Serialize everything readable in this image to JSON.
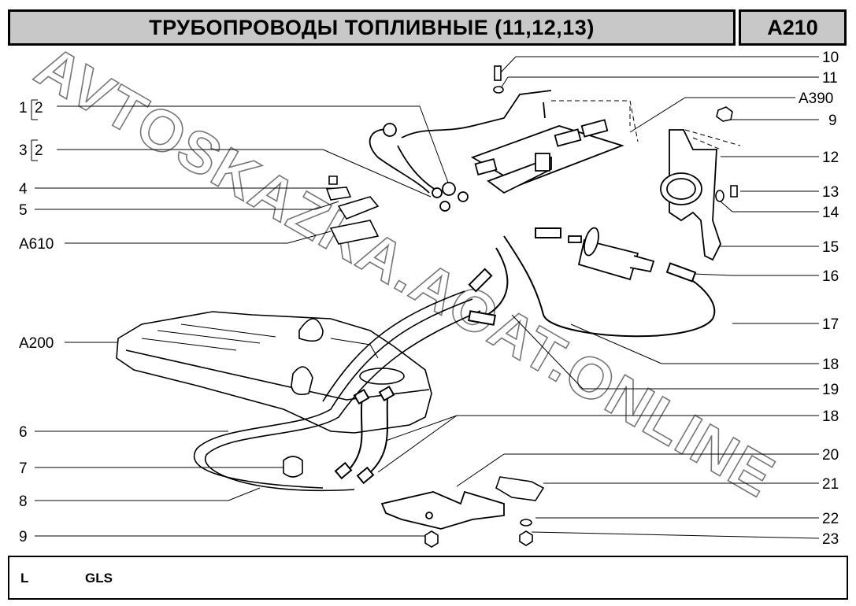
{
  "header": {
    "title": "ТРУБОПРОВОДЫ ТОПЛИВНЫЕ (11,12,13)",
    "code": "A210"
  },
  "watermark": "AVTOSKAZKA.AOAT.ONLINE",
  "callouts_left": {
    "l1": "1",
    "l1b": "2",
    "l3": "3",
    "l3b": "2",
    "l4": "4",
    "l5": "5",
    "la610": "A610",
    "la200": "A200",
    "l6": "6",
    "l7": "7",
    "l8": "8",
    "l9": "9"
  },
  "callouts_right": {
    "r10": "10",
    "r11": "11",
    "ra390": "A390",
    "r9": "9",
    "r12": "12",
    "r13": "13",
    "r14": "14",
    "r15": "15",
    "r16": "16",
    "r17": "17",
    "r18a": "18",
    "r19": "19",
    "r18b": "18",
    "r20": "20",
    "r21": "21",
    "r22": "22",
    "r23": "23"
  },
  "footer": {
    "l": "L",
    "gls": "GLS"
  }
}
